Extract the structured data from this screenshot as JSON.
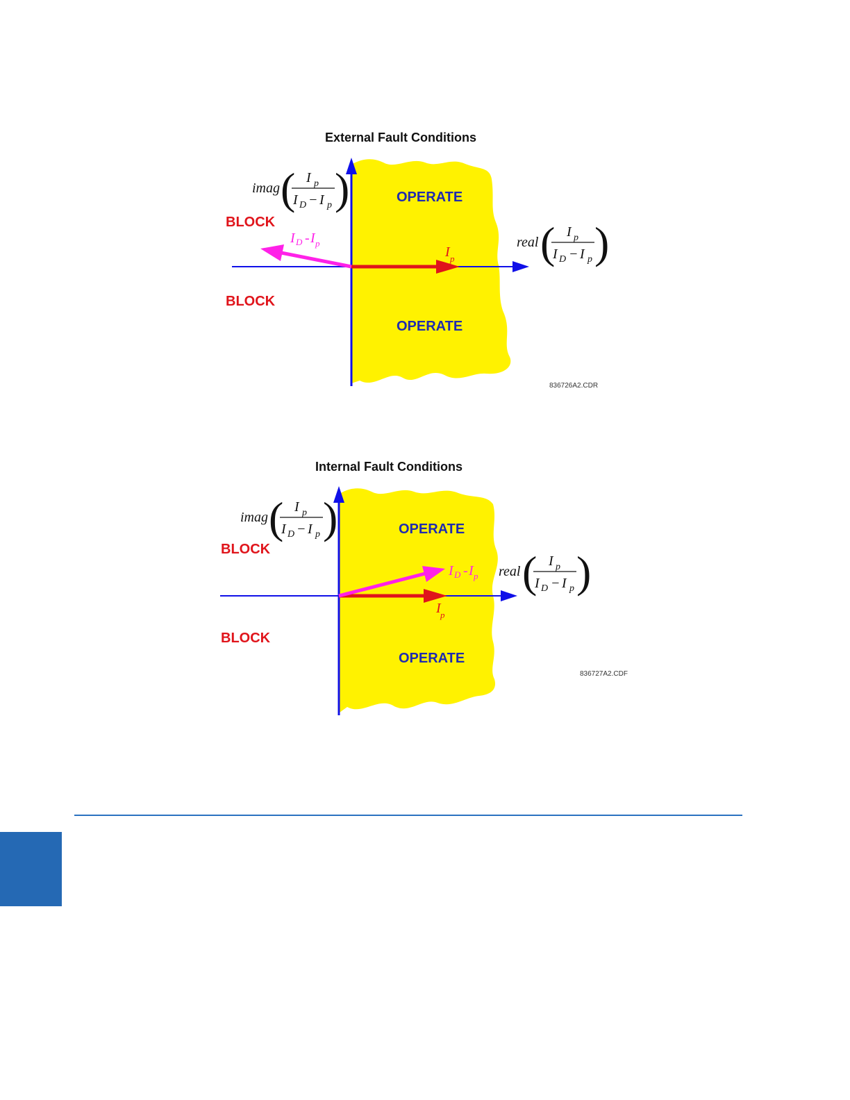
{
  "colors": {
    "operate_fill": "#fff200",
    "axis": "#1010e8",
    "ip_vector": "#e0141b",
    "id_minus_ip_vector": "#ff21e8",
    "block_text": "#e0141b",
    "operate_text": "#1f2bb0",
    "rule": "#2a72c0",
    "side_tab": "#2569b4"
  },
  "diagrams": [
    {
      "title": "External Fault Conditions",
      "operate_label": "OPERATE",
      "block_label": "BLOCK",
      "imag_axis_label": {
        "func": "imag",
        "num_main": "I",
        "num_sub": "p",
        "den_a": "I",
        "den_a_sub": "D",
        "den_op": "−",
        "den_b": "I",
        "den_b_sub": "p"
      },
      "real_axis_label": {
        "func": "real",
        "num_main": "I",
        "num_sub": "p",
        "den_a": "I",
        "den_a_sub": "D",
        "den_op": "−",
        "den_b": "I",
        "den_b_sub": "p"
      },
      "vector_ip": {
        "main": "I",
        "sub": "p"
      },
      "vector_id_ip": {
        "a": "I",
        "a_sub": "D",
        "op": " - ",
        "b": "I",
        "b_sub": "p"
      },
      "drawing_code": "836726A2.CDR"
    },
    {
      "title": "Internal Fault Conditions",
      "operate_label": "OPERATE",
      "block_label": "BLOCK",
      "imag_axis_label": {
        "func": "imag",
        "num_main": "I",
        "num_sub": "p",
        "den_a": "I",
        "den_a_sub": "D",
        "den_op": "−",
        "den_b": "I",
        "den_b_sub": "p"
      },
      "real_axis_label": {
        "func": "real",
        "num_main": "I",
        "num_sub": "p",
        "den_a": "I",
        "den_a_sub": "D",
        "den_op": "−",
        "den_b": "I",
        "den_b_sub": "p"
      },
      "vector_ip": {
        "main": "I",
        "sub": "p"
      },
      "vector_id_ip": {
        "a": "I",
        "a_sub": "D",
        "op": " - ",
        "b": "I",
        "b_sub": "p"
      },
      "drawing_code": "836727A2.CDF"
    }
  ]
}
